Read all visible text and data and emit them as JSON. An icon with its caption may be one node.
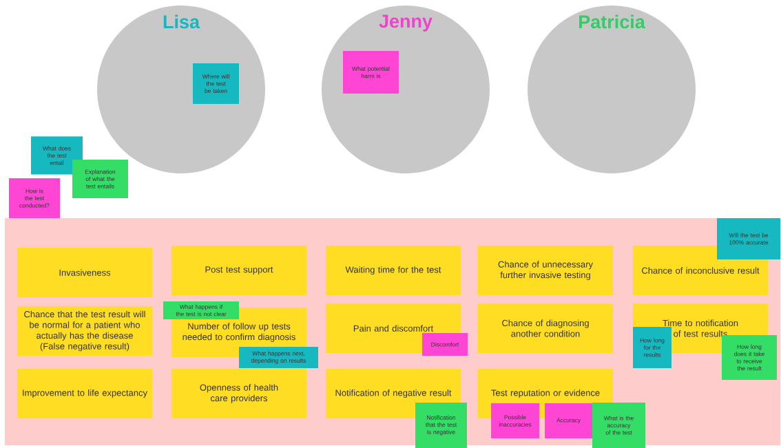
{
  "diagram": {
    "nodes": [
      {
        "text": [
          "Lisa"
        ]
      },
      {
        "text": [
          "Where will the test be taken"
        ],
        "in": 0
      },
      {
        "text": [
          "Jenny"
        ]
      },
      {
        "text": [
          "What potential harm is"
        ],
        "in": 2
      },
      {
        "text": [
          "Patricia"
        ]
      },
      {
        "text": [
          "What does the test entail"
        ]
      },
      {
        "text": [
          "Explanation of what the test entails"
        ]
      },
      {
        "text": [
          "How is the test conducted?"
        ]
      },
      {
        "text": [],
        "shape": "box"
      },
      {
        "text": [
          "Invasiveness"
        ],
        "in": 8
      },
      {
        "text": [
          "Post test support"
        ],
        "in": 8
      },
      {
        "text": [
          "Waiting time for the test"
        ],
        "in": 8
      },
      {
        "text": [
          "Chance of unnecessary further invasive testing"
        ],
        "in": 8
      },
      {
        "text": [
          "Chance of inconclusive result"
        ],
        "in": 8
      },
      {
        "text": [
          "Will the test be 100% accurate"
        ],
        "in": 8
      },
      {
        "text": [
          "Chance that the test result will be normal for a patient who actually has the disease (False negative result)"
        ],
        "in": 8
      },
      {
        "text": [
          "Number of follow up tests needed to confirm diagnosis"
        ],
        "in": 8
      },
      {
        "text": [
          "What happens if the test is not clear"
        ],
        "in": 8
      },
      {
        "text": [
          "What happens next, depending on results"
        ],
        "in": 8
      },
      {
        "text": [
          "Pain and discomfort"
        ],
        "in": 8
      },
      {
        "text": [
          "Discomfort"
        ],
        "in": 8
      },
      {
        "text": [
          "Chance of diagnosing another condition"
        ],
        "in": 8
      },
      {
        "text": [
          "Time to notification of test results"
        ],
        "in": 8
      },
      {
        "text": [
          "How long for the results"
        ],
        "in": 8
      },
      {
        "text": [
          "How long does it take to receive the result"
        ],
        "in": 8
      },
      {
        "text": [
          "Improvement to life expectancy"
        ],
        "in": 8
      },
      {
        "text": [
          "Openness of health care providers"
        ],
        "in": 8
      },
      {
        "text": [
          "Notification of negative result"
        ],
        "in": 8
      },
      {
        "text": [
          "Notification that the test is negative"
        ],
        "in": 8
      },
      {
        "text": [
          "Test reputation or evidence"
        ],
        "in": 8
      },
      {
        "text": [
          "Possible inaccuracies"
        ],
        "in": 8
      },
      {
        "text": [
          "Accuracy"
        ],
        "in": 8
      },
      {
        "text": [
          "What is the accuracy of the test"
        ],
        "in": 8
      }
    ]
  }
}
